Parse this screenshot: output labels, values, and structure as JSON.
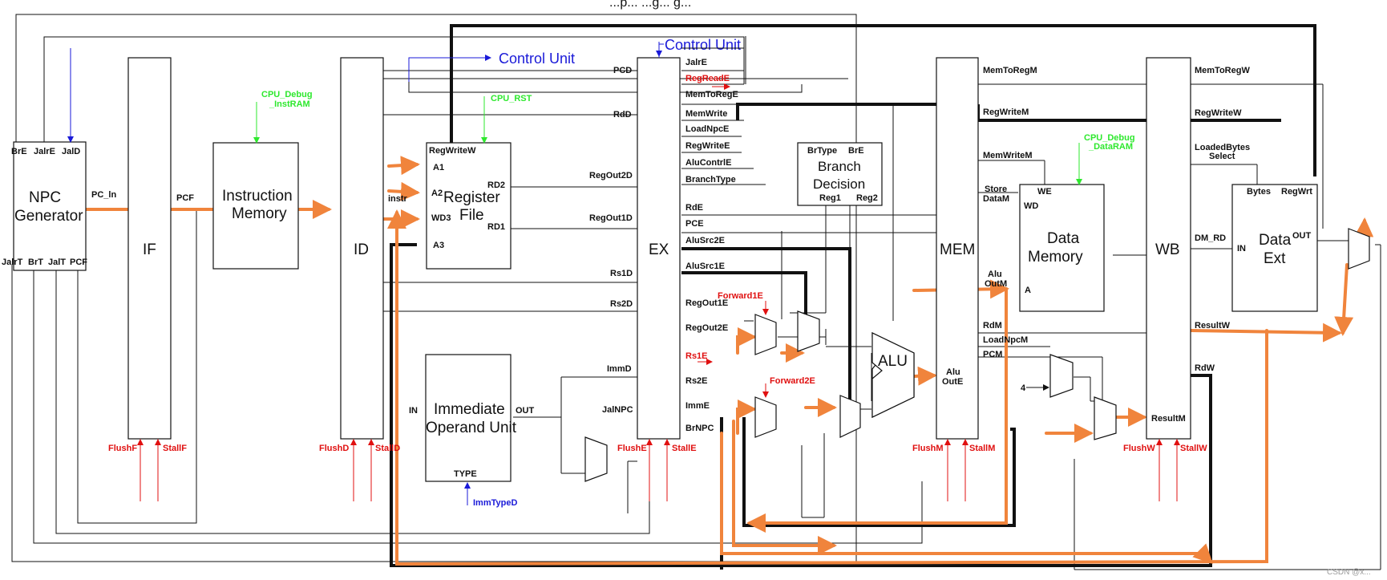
{
  "title": "...p... ...g... g...",
  "blocks": {
    "npc": [
      "NPC",
      "Generator"
    ],
    "if": "IF",
    "imem": [
      "Instruction",
      "Memory"
    ],
    "id": "ID",
    "regfile": [
      "Register",
      "File"
    ],
    "imm": [
      "Immediate",
      "Operand Unit"
    ],
    "ex": "EX",
    "branch": [
      "Branch",
      "Decision"
    ],
    "alu": "ALU",
    "mem": "MEM",
    "dmem": [
      "Data",
      "Memory"
    ],
    "wb": "WB",
    "dext": [
      "Data",
      "Ext"
    ]
  },
  "control_unit": "Control Unit",
  "npc_ports": {
    "top": [
      "BrE",
      "JalrE",
      "JalD"
    ],
    "bottom": [
      "JalrT",
      "BrT",
      "JalT",
      "PCF"
    ],
    "pc_in": "PC_ln",
    "pcf": "PCF"
  },
  "instr": "instr",
  "regfile_ports": {
    "regwrite": "RegWriteW",
    "a1": "A1",
    "a2": "A2",
    "wd3": "WD3",
    "a3": "A3",
    "rd1": "RD1",
    "rd2": "RD2"
  },
  "imm_ports": {
    "in": "IN",
    "out": "OUT",
    "type": "TYPE"
  },
  "id_ex_signals": [
    "PCD",
    "RdD",
    "RegOut2D",
    "RegOut1D",
    "Rs1D",
    "Rs2D",
    "ImmD",
    "JalNPC"
  ],
  "ex_right_signals": [
    "JalrE",
    "RegReadE",
    "MemToRegE",
    "MemWrite",
    "LoadNpcE",
    "RegWriteE",
    "AluContrlE",
    "BranchType",
    "RdE",
    "PCE",
    "AluSrc2E",
    "AluSrc1E",
    "RegOut1E",
    "RegOut2E",
    "Rs1E",
    "Rs2E",
    "ImmE",
    "BrNPC"
  ],
  "branch_ports": {
    "brtype": "BrType",
    "bre": "BrE",
    "reg1": "Reg1",
    "reg2": "Reg2"
  },
  "forward": {
    "f1": "Forward1E",
    "f2": "Forward2E"
  },
  "mem_signals": [
    "MemToRegM",
    "RegWriteM",
    "MemWriteM",
    "Store",
    "DataM",
    "Alu",
    "OutM",
    "RdM",
    "LoadNpcM",
    "PCM",
    "Alu",
    "OutE"
  ],
  "dmem_ports": {
    "we": "WE",
    "wd": "WD",
    "a": "A"
  },
  "const4": "4",
  "wb_signals": [
    "MemToRegW",
    "RegWriteW",
    "LoadedBytes",
    "Select",
    "DM_RD",
    "ResultW",
    "RdW",
    "ResultM"
  ],
  "dext_ports": {
    "bytes": "Bytes",
    "regwrt": "RegWrt",
    "in": "IN",
    "out": "OUT"
  },
  "debug": {
    "instram": [
      "CPU_Debug",
      "_InstRAM"
    ],
    "rst": "CPU_RST",
    "dataram": [
      "CPU_Debug",
      "_DataRAM"
    ]
  },
  "imm_type": "ImmTypeD",
  "stalls": [
    "FlushF",
    "StallF",
    "FlushD",
    "StallD",
    "FlushE",
    "StallE",
    "FlushM",
    "StallM",
    "FlushW",
    "StallW"
  ],
  "watermark": "CSDN @x...",
  "colors": {
    "line": "#111111",
    "orange": "#f0843c",
    "red": "#e01010",
    "green": "#2ee82e",
    "blue": "#1a1ad8"
  }
}
